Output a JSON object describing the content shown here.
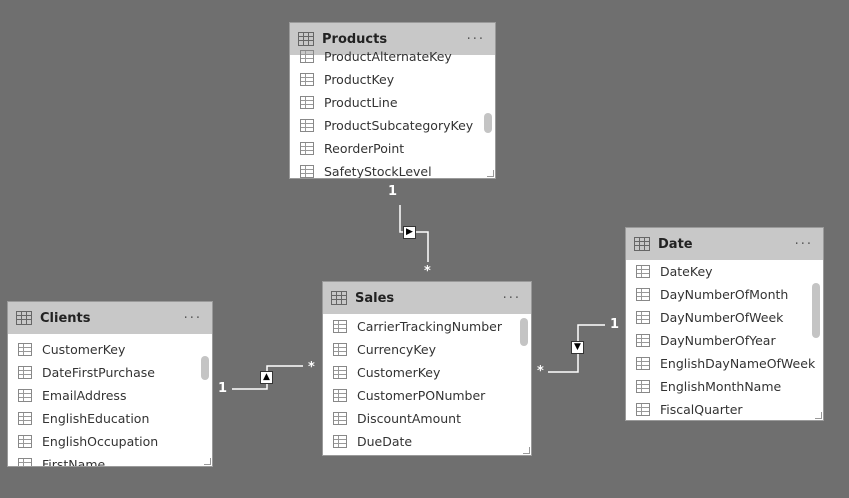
{
  "tables": {
    "products": {
      "name": "Products",
      "more": "···",
      "columns": [
        "ProductAlternateKey",
        "ProductKey",
        "ProductLine",
        "ProductSubcategoryKey",
        "ReorderPoint",
        "SafetyStockLevel"
      ]
    },
    "date": {
      "name": "Date",
      "more": "···",
      "columns": [
        "DateKey",
        "DayNumberOfMonth",
        "DayNumberOfWeek",
        "DayNumberOfYear",
        "EnglishDayNameOfWeek",
        "EnglishMonthName",
        "FiscalQuarter"
      ]
    },
    "clients": {
      "name": "Clients",
      "more": "···",
      "columns": [
        "CustomerKey",
        "DateFirstPurchase",
        "EmailAddress",
        "EnglishEducation",
        "EnglishOccupation",
        "FirstName"
      ]
    },
    "sales": {
      "name": "Sales",
      "more": "···",
      "columns": [
        "CarrierTrackingNumber",
        "CurrencyKey",
        "CustomerKey",
        "CustomerPONumber",
        "DiscountAmount",
        "DueDate"
      ]
    }
  },
  "relationships": [
    {
      "from": "Products",
      "to": "Sales",
      "one": "1",
      "many": "*",
      "direction": "▶"
    },
    {
      "from": "Clients",
      "to": "Sales",
      "one": "1",
      "many": "*",
      "direction": "▲"
    },
    {
      "from": "Date",
      "to": "Sales",
      "one": "1",
      "many": "*",
      "direction": "▼"
    }
  ]
}
